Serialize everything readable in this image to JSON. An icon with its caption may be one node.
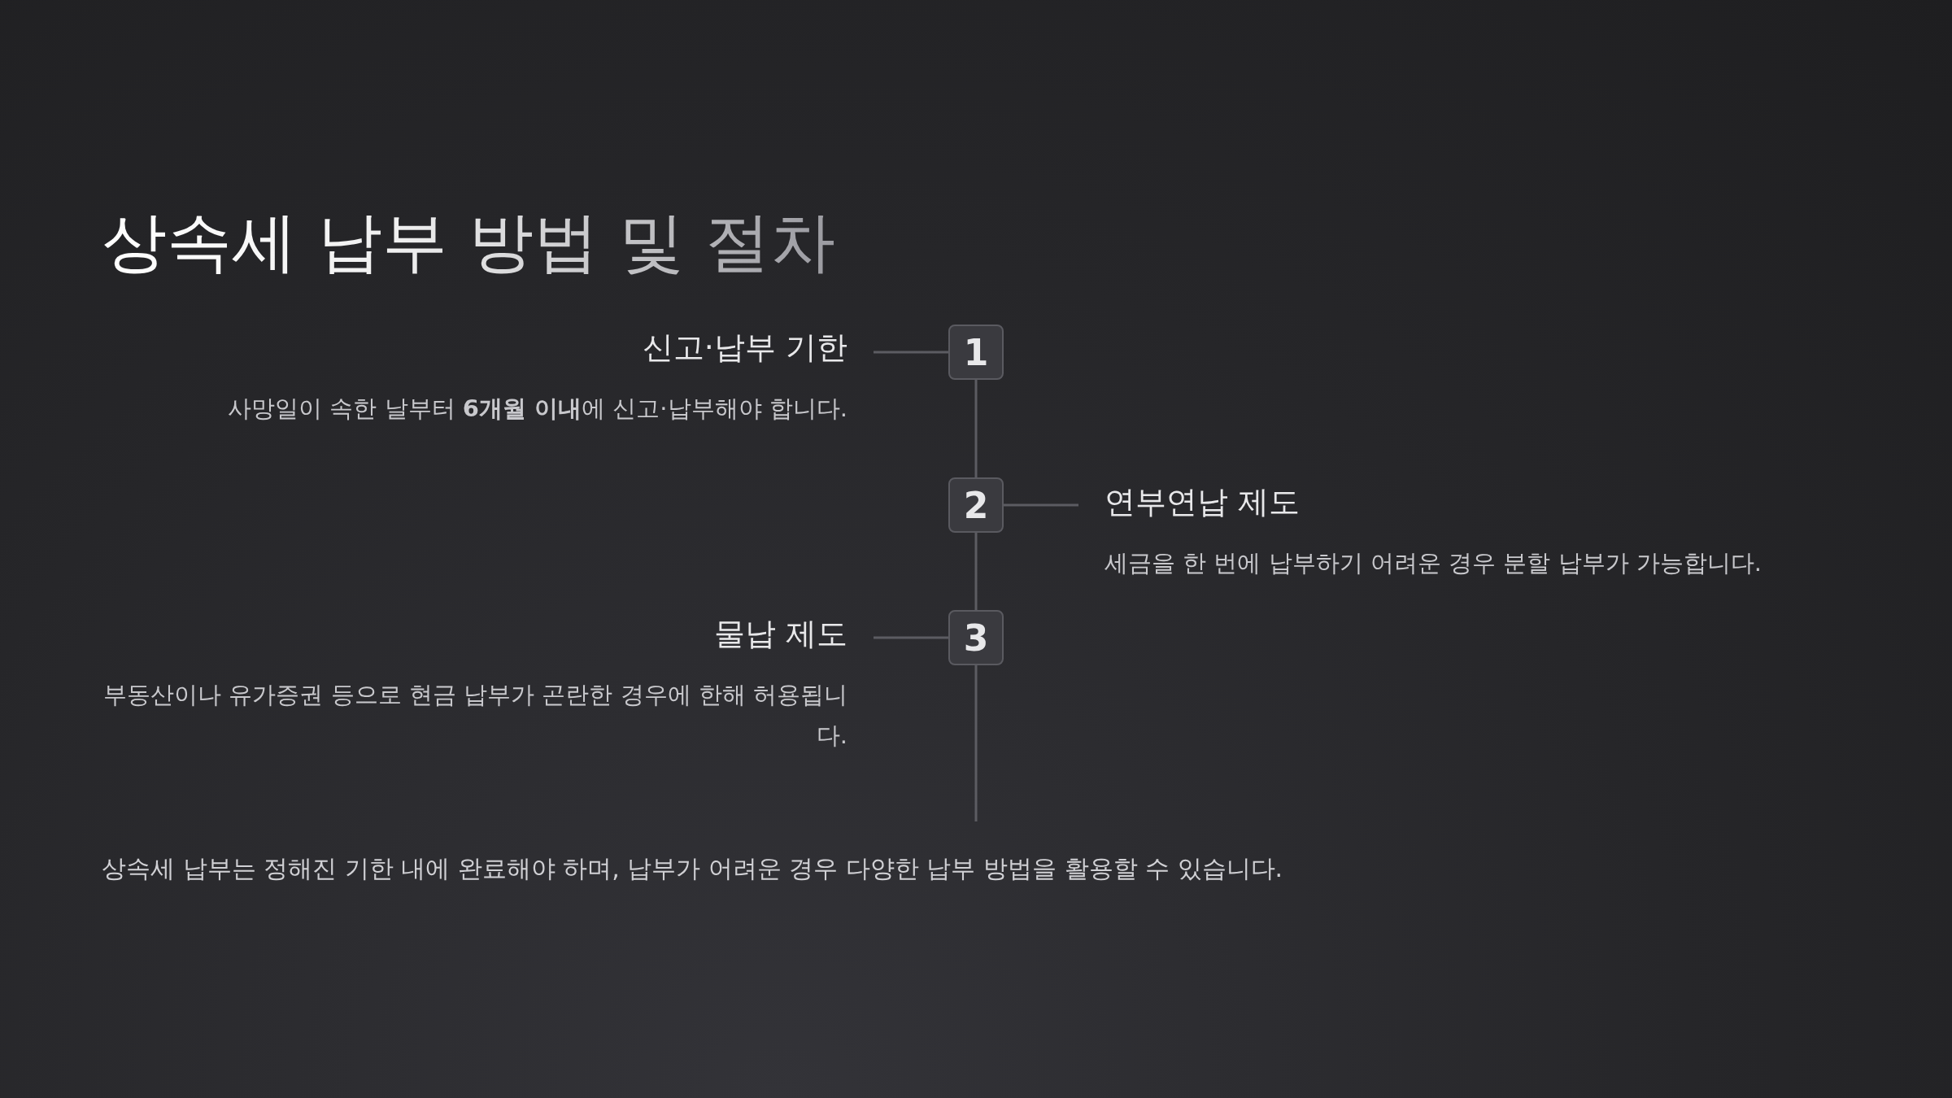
{
  "diagram": {
    "title": "상속세 납부 방법 및 절차",
    "nodes": [
      {
        "text": [
          "신고·납부 기한",
          "사망일이 속한 날부터 **6개월 이내**에 신고·납부해야 합니다."
        ]
      },
      {
        "text": [
          "1"
        ]
      },
      {
        "text": [
          "연부연납 제도",
          "세금을 한 번에 납부하기 어려운 경우 분할 납부가 가능합니다."
        ]
      },
      {
        "text": [
          "2"
        ]
      },
      {
        "text": [
          "물납 제도",
          "부동산이나 유가증권 등으로 현금 납부가 곤란한 경우에 한해 허용됩니다."
        ]
      },
      {
        "text": [
          "3"
        ]
      }
    ],
    "edges": [
      {
        "from": 0,
        "to": 1,
        "arrow": "none"
      },
      {
        "from": 1,
        "to": 3,
        "arrow": "none"
      },
      {
        "from": 2,
        "to": 3,
        "arrow": "none"
      },
      {
        "from": 3,
        "to": 5,
        "arrow": "none"
      },
      {
        "from": 4,
        "to": 5,
        "arrow": "none"
      },
      {
        "from": 5,
        "to": null,
        "arrow": "none"
      }
    ],
    "caption": "상속세 납부는 정해진 기한 내에 완료해야 하며, 납부가 어려운 경우 다양한 납부 방법을 활용할 수 있습니다."
  }
}
